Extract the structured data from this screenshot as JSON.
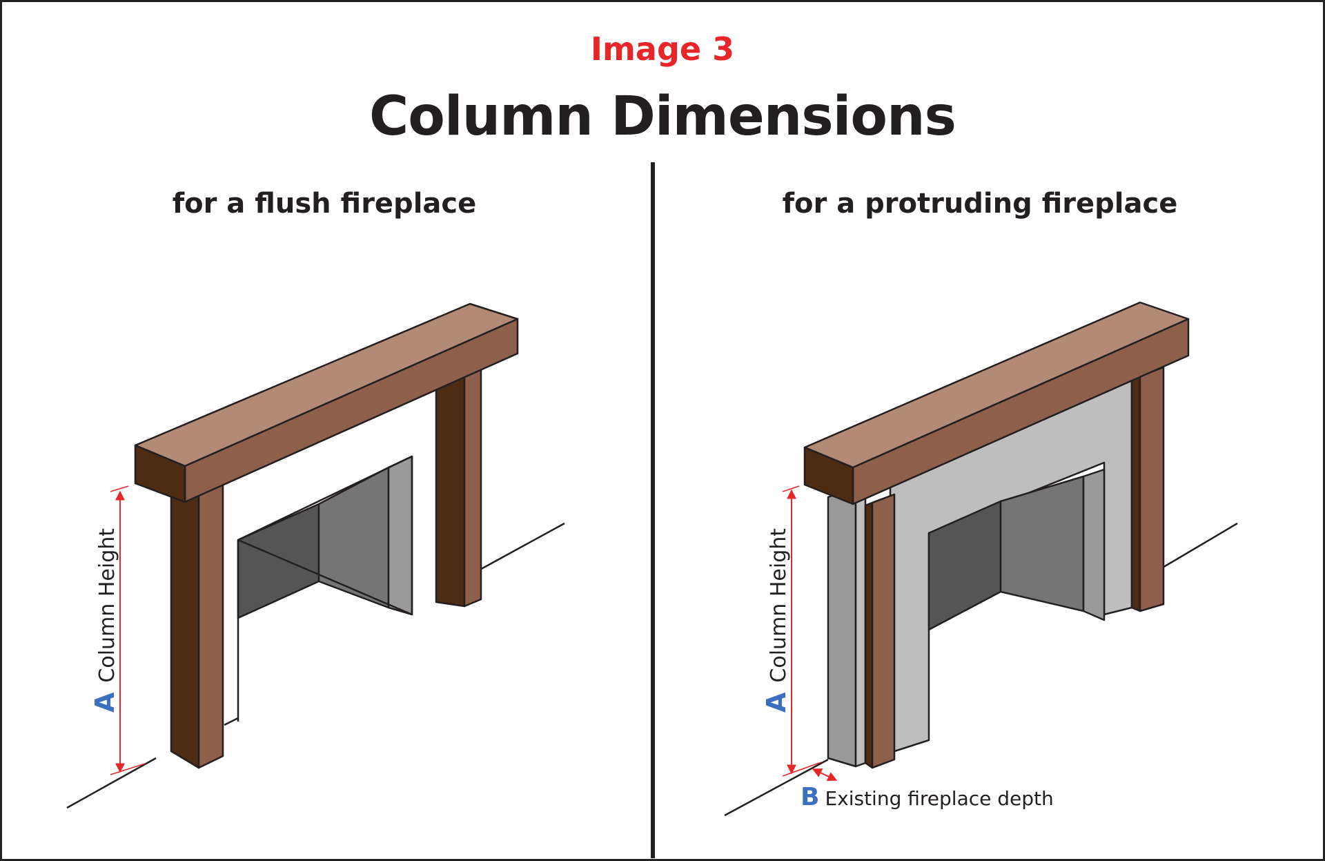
{
  "header": {
    "image_label": "Image 3",
    "title": "Column Dimensions"
  },
  "left_panel": {
    "subtitle": "for a flush fireplace",
    "dimension_letter": "A",
    "dimension_label": "Column Height"
  },
  "right_panel": {
    "subtitle": "for a protruding fireplace",
    "dimension_letter": "A",
    "dimension_label": "Column Height",
    "depth_letter": "B",
    "depth_label": "Existing fireplace depth"
  },
  "colors": {
    "accent_red": "#e8262a",
    "letter_blue": "#3b6fc0",
    "beam_top": "#b28a76",
    "beam_front": "#8e5f4b",
    "beam_end": "#4e2c13",
    "column_side": "#4e2c13",
    "column_front": "#8e5f4b",
    "surround_gray": "#bebebe",
    "firebox_dark": "#555555",
    "firebox_mid": "#757575",
    "firebox_light": "#9a9a9a",
    "outline": "#231f20",
    "dimension_line": "#e8262a"
  }
}
